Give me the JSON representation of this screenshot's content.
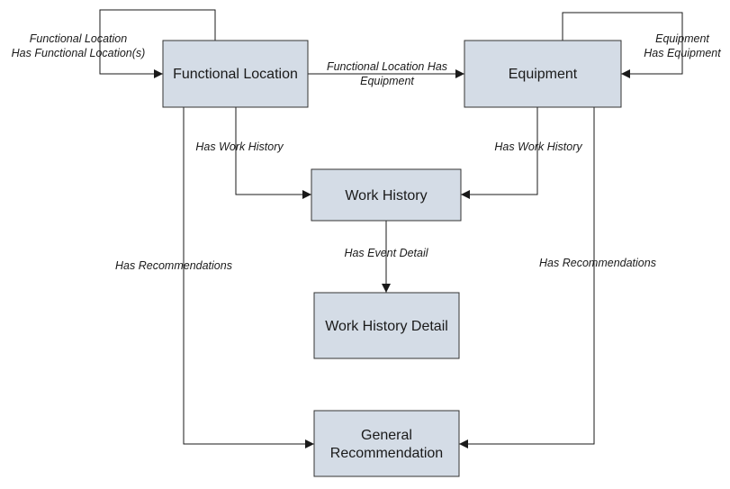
{
  "colors": {
    "node_fill": "#d4dce6",
    "node_stroke": "#333333",
    "line": "#1a1a1a"
  },
  "nodes": {
    "functional_location": "Functional Location",
    "equipment": "Equipment",
    "work_history": "Work History",
    "work_history_detail": "Work History Detail",
    "general_recommendation": {
      "line1": "General",
      "line2": "Recommendation"
    }
  },
  "edges": {
    "fl_self": {
      "line1": "Functional Location",
      "line2": "Has Functional Location(s)"
    },
    "eq_self": {
      "line1": "Equipment",
      "line2": "Has Equipment"
    },
    "fl_to_eq": {
      "line1": "Functional Location Has",
      "line2": "Equipment"
    },
    "fl_work_history": "Has Work History",
    "eq_work_history": "Has Work History",
    "event_detail": "Has Event Detail",
    "fl_recommendations": "Has Recommendations",
    "eq_recommendations": "Has Recommendations"
  }
}
